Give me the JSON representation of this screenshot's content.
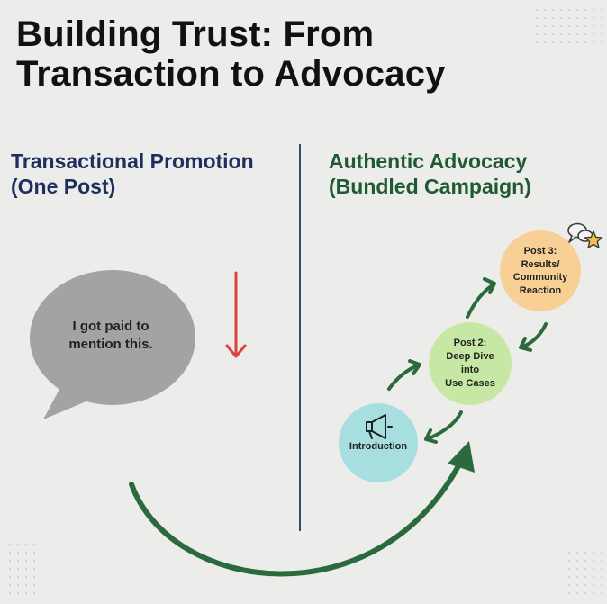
{
  "title": "Building Trust: From\nTransaction to Advocacy",
  "left_panel": {
    "heading": "Transactional Promotion\n(One Post)",
    "bubble_text": "I got paid to\nmention this."
  },
  "right_panel": {
    "heading": "Authentic Advocacy\n(Bundled Campaign)",
    "nodes": [
      {
        "label": "Introduction"
      },
      {
        "label": "Post 2:\nDeep Dive\ninto\nUse Cases"
      },
      {
        "label": "Post 3:\nResults/\nCommunity\nReaction"
      }
    ]
  },
  "colors": {
    "left_heading": "#1e2f5e",
    "right_heading": "#1f5a32",
    "down_arrow": "#d9453b",
    "bubble": "#a3a3a3",
    "arrows": "#2b6a3c",
    "node_intro": "#a7dfe0",
    "node_post2": "#c6e8a4",
    "node_post3": "#f8cf95"
  },
  "icons": [
    "megaphone-icon",
    "speech-bubbles-icon",
    "star-icon"
  ]
}
